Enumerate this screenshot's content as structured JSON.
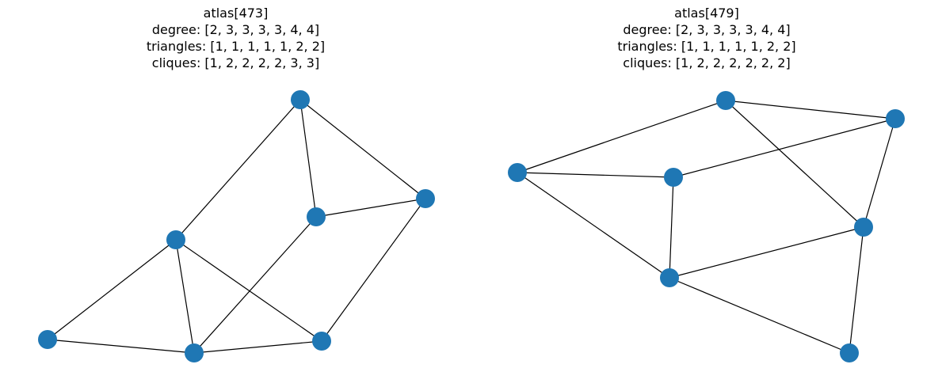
{
  "colors": {
    "node": "#1f77b4",
    "edge": "#000000",
    "background": "#ffffff",
    "text": "#000000"
  },
  "graphs": [
    {
      "title": "atlas[473]",
      "degree": "degree: [2, 3, 3, 3, 3, 4, 4]",
      "triangles": "triangles: [1, 1, 1, 1, 1, 2, 2]",
      "cliques": "cliques: [1, 2, 2, 2, 2, 3, 3]"
    },
    {
      "title": "atlas[479]",
      "degree": "degree: [2, 3, 3, 3, 3, 4, 4]",
      "triangles": "triangles: [1, 1, 1, 1, 1, 2, 2]",
      "cliques": "cliques: [1, 2, 2, 2, 2, 2, 2]"
    }
  ]
}
